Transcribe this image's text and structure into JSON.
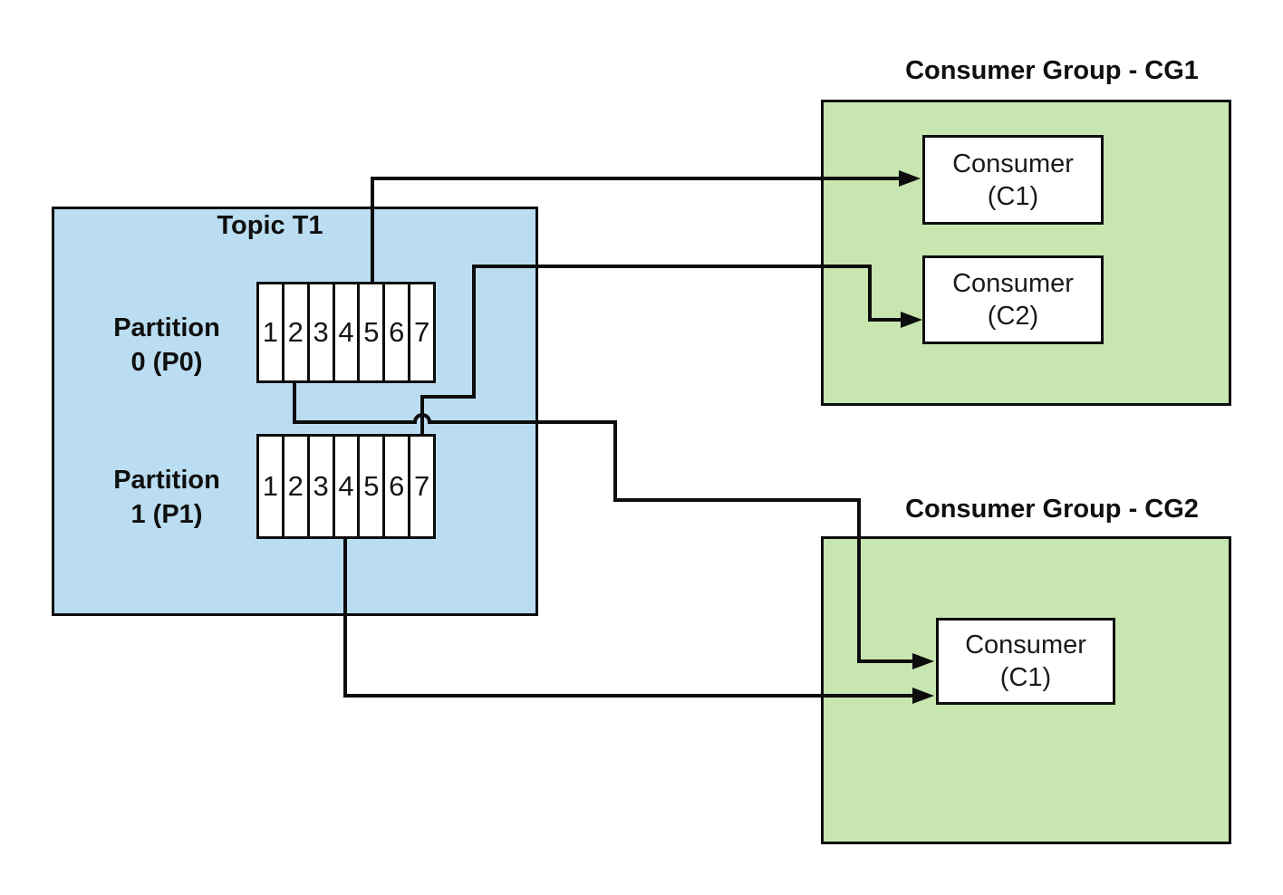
{
  "topic": {
    "title": "Topic T1",
    "partitions": [
      {
        "label_line1": "Partition",
        "label_line2": "0 (P0)",
        "cells": [
          "1",
          "2",
          "3",
          "4",
          "5",
          "6",
          "7"
        ]
      },
      {
        "label_line1": "Partition",
        "label_line2": "1 (P1)",
        "cells": [
          "1",
          "2",
          "3",
          "4",
          "5",
          "6",
          "7"
        ]
      }
    ]
  },
  "consumer_groups": [
    {
      "title": "Consumer Group - CG1",
      "consumers": [
        {
          "name_line1": "Consumer",
          "name_line2": "(C1)"
        },
        {
          "name_line1": "Consumer",
          "name_line2": "(C2)"
        }
      ]
    },
    {
      "title": "Consumer Group - CG2",
      "consumers": [
        {
          "name_line1": "Consumer",
          "name_line2": "(C1)"
        }
      ]
    }
  ],
  "colors": {
    "topic_fill": "#BBDDF1",
    "group_fill": "#C7E6B0",
    "node_fill": "#FFFFFF",
    "connector": "#0D0D0D"
  }
}
